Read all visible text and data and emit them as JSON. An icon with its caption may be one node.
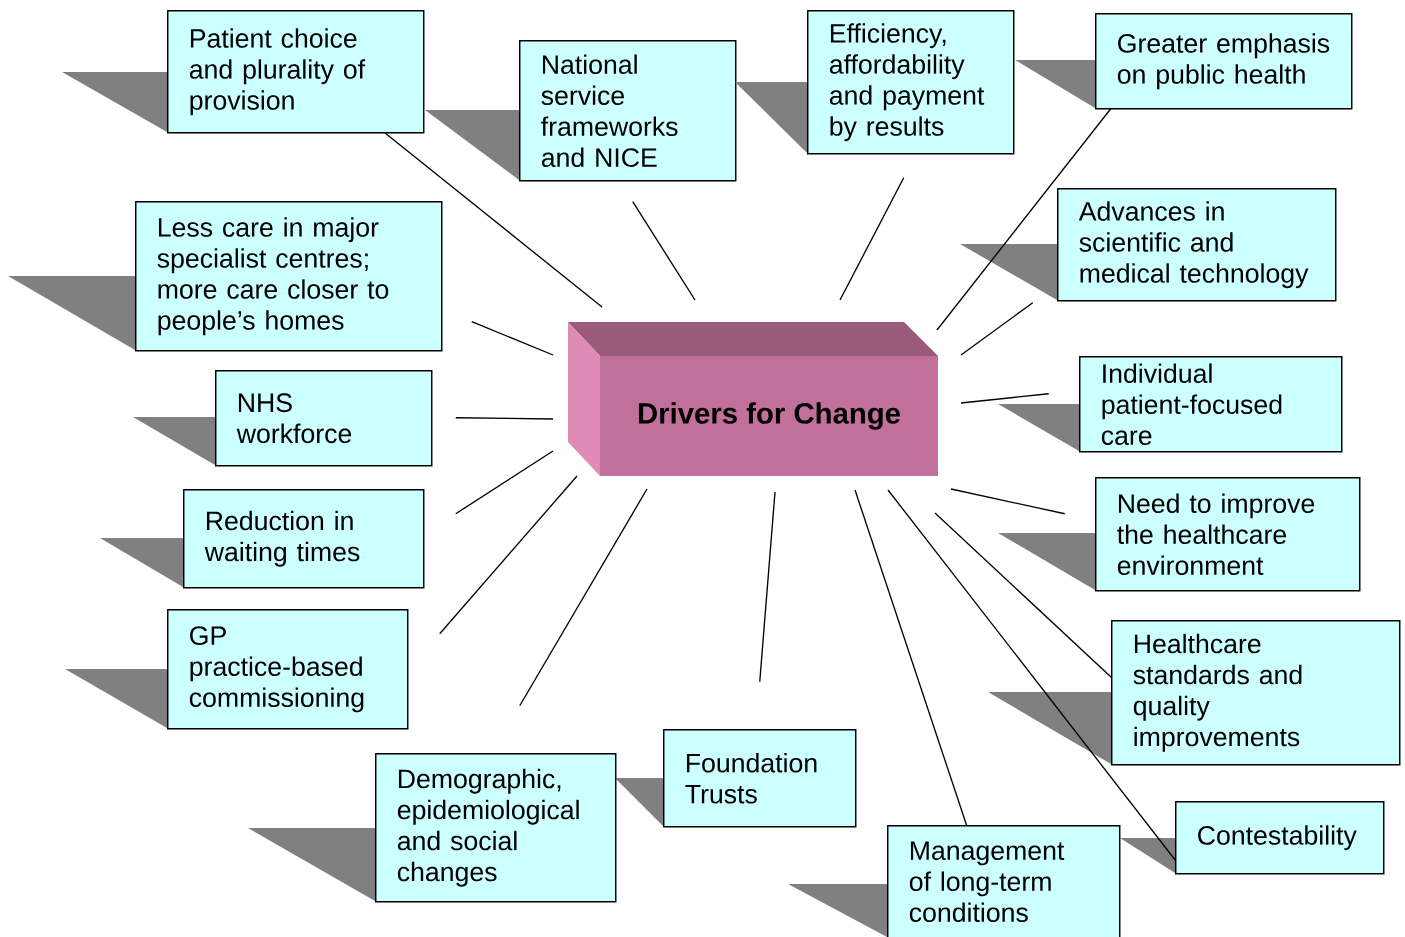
{
  "diagram": {
    "nodes": [
      {
        "text": [
          "Drivers for Change"
        ]
      },
      {
        "text": [
          "Patient choice and plurality of provision"
        ]
      },
      {
        "text": [
          "National service frameworks and NICE"
        ]
      },
      {
        "text": [
          "Efficiency, affordability and payment by results"
        ]
      },
      {
        "text": [
          "Greater emphasis on public health"
        ]
      },
      {
        "text": [
          "Less care in major specialist centres; more care closer to people’s homes"
        ]
      },
      {
        "text": [
          "Advances in scientific and medical technology"
        ]
      },
      {
        "text": [
          "NHS workforce"
        ]
      },
      {
        "text": [
          "Individual patient-focused care"
        ]
      },
      {
        "text": [
          "Reduction in waiting times"
        ]
      },
      {
        "text": [
          "Need to improve the healthcare environment"
        ]
      },
      {
        "text": [
          "GP practice-based commissioning"
        ]
      },
      {
        "text": [
          "Healthcare standards and quality improvements"
        ]
      },
      {
        "text": [
          "Foundation Trusts"
        ]
      },
      {
        "text": [
          "Demographic, epidemiological and social changes"
        ]
      },
      {
        "text": [
          "Contestability"
        ]
      },
      {
        "text": [
          "Management of long-term conditions"
        ]
      }
    ],
    "edges": [
      {
        "from": 0,
        "to": 1,
        "arrow": "none"
      },
      {
        "from": 0,
        "to": 2,
        "arrow": "none"
      },
      {
        "from": 0,
        "to": 3,
        "arrow": "none"
      },
      {
        "from": 0,
        "to": 4,
        "arrow": "none"
      },
      {
        "from": 0,
        "to": 5,
        "arrow": "none"
      },
      {
        "from": 0,
        "to": 6,
        "arrow": "none"
      },
      {
        "from": 0,
        "to": 7,
        "arrow": "none"
      },
      {
        "from": 0,
        "to": 8,
        "arrow": "none"
      },
      {
        "from": 0,
        "to": 9,
        "arrow": "none"
      },
      {
        "from": 0,
        "to": 10,
        "arrow": "none"
      },
      {
        "from": 0,
        "to": 11,
        "arrow": "none"
      },
      {
        "from": 0,
        "to": 12,
        "arrow": "none"
      },
      {
        "from": 0,
        "to": 13,
        "arrow": "none"
      },
      {
        "from": 0,
        "to": 14,
        "arrow": "none"
      },
      {
        "from": 0,
        "to": 15,
        "arrow": "none"
      },
      {
        "from": 0,
        "to": 16,
        "arrow": "none"
      }
    ]
  }
}
